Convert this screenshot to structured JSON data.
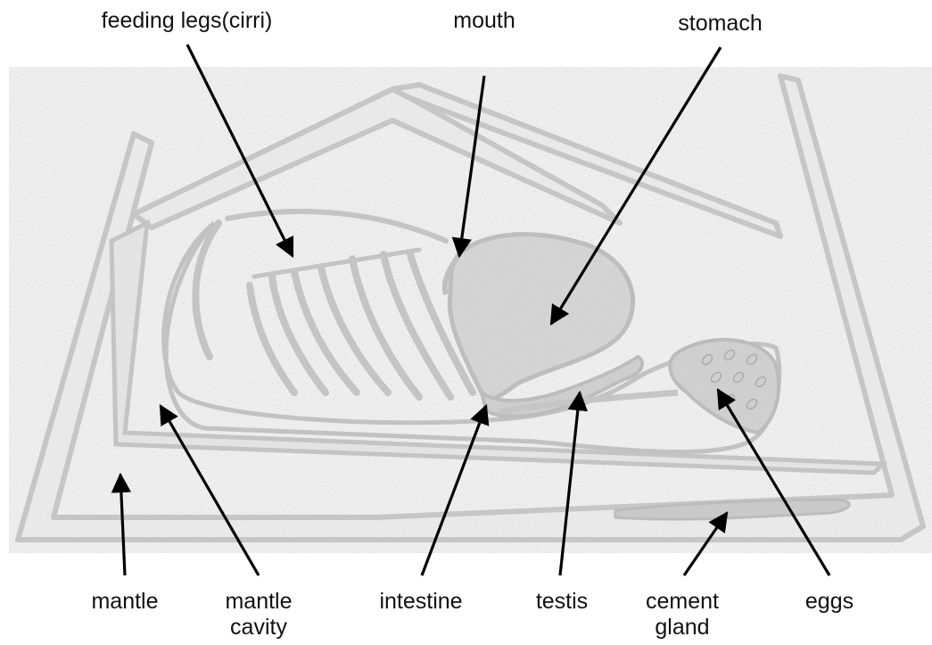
{
  "diagram": {
    "labels": {
      "feeding_legs": "feeding legs(cirri)",
      "mouth": "mouth",
      "stomach": "stomach",
      "mantle": "mantle",
      "mantle_cavity_line1": "mantle",
      "mantle_cavity_line2": "cavity",
      "intestine": "intestine",
      "testis": "testis",
      "cement_gland_line1": "cement",
      "cement_gland_line2": "gland",
      "eggs": "eggs"
    },
    "colors": {
      "shell": "#c8c8c8",
      "shell_fill": "#e9e9e9",
      "organ": "#bdbdbd",
      "arrow": "#000000",
      "text": "#111111"
    }
  }
}
